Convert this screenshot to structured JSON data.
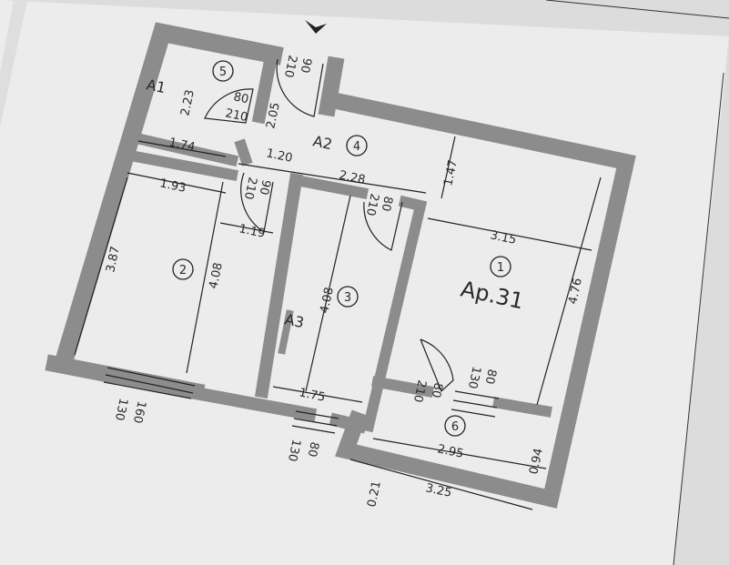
{
  "apartment_label": "Ap.31",
  "colors": {
    "paper": "#ececec",
    "wall": "#8c8c8c",
    "line": "#222222"
  },
  "rooms": [
    "1",
    "2",
    "3",
    "4",
    "5",
    "6"
  ],
  "zones": [
    "A1",
    "A2",
    "A3"
  ],
  "dimensions": [
    "2.23",
    "1.74",
    "2.05",
    "1.20",
    "2.28",
    "1.47",
    "1.93",
    "1.19",
    "3.87",
    "4.08",
    "4.08",
    "3.15",
    "4.76",
    "1.75",
    "2.95",
    "0.94",
    "0.21",
    "3.25"
  ],
  "openings": {
    "entry_door": [
      "210",
      "90"
    ],
    "door_5": [
      "80",
      "210"
    ],
    "door_2": [
      "210",
      "90"
    ],
    "door_3": [
      "210",
      "80"
    ],
    "door_6": [
      "210",
      "80"
    ],
    "window_6": [
      "130",
      "80"
    ],
    "window_2": [
      "130",
      "160"
    ],
    "window_3": [
      "130",
      "80"
    ]
  }
}
